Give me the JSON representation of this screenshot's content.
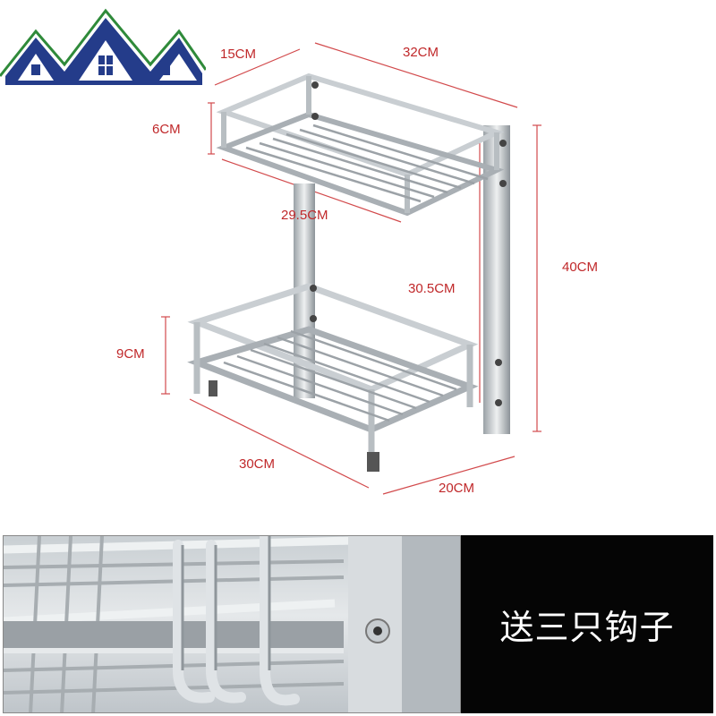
{
  "dimensions": {
    "depth": "15CM",
    "top_length": "32CM",
    "top_height": "6CM",
    "inner_width": "29.5CM",
    "height": "40CM",
    "shelf_gap": "30.5CM",
    "bottom_height": "9CM",
    "bottom_length": "30CM",
    "bottom_depth": "20CM"
  },
  "caption": "送三只钩子",
  "colors": {
    "dimension": "#c0282a",
    "logo_blue": "#243c8a",
    "logo_green": "#2f8a3a",
    "caption_bg": "#050505"
  }
}
